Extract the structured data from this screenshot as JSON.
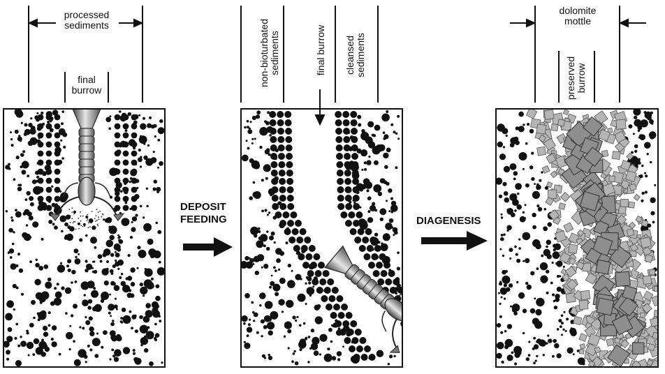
{
  "panel1": {
    "processed_sediments": "processed\nsediments",
    "final_burrow": "final\nburrow"
  },
  "panel2": {
    "non_bioturbated_sediments": "non-bioturbated\nsediments",
    "final_burrow": "final burrow",
    "cleansed_sediments": "cleansed\nsediments"
  },
  "panel3": {
    "dolomite_mottle": "dolomite\nmottle",
    "preserved_burrow": "preserved\nburrow"
  },
  "steps": {
    "step1": "DEPOSIT\nFEEDING",
    "step2": "DIAGENESIS"
  },
  "colors": {
    "ink": "#111111",
    "crystal_fill": "#b5b5b5",
    "crystal_fill_dark": "#8e8e8e",
    "crystal_stroke": "#555555",
    "shrimp_light": "#d9d9d9",
    "shrimp_dark": "#555555"
  }
}
